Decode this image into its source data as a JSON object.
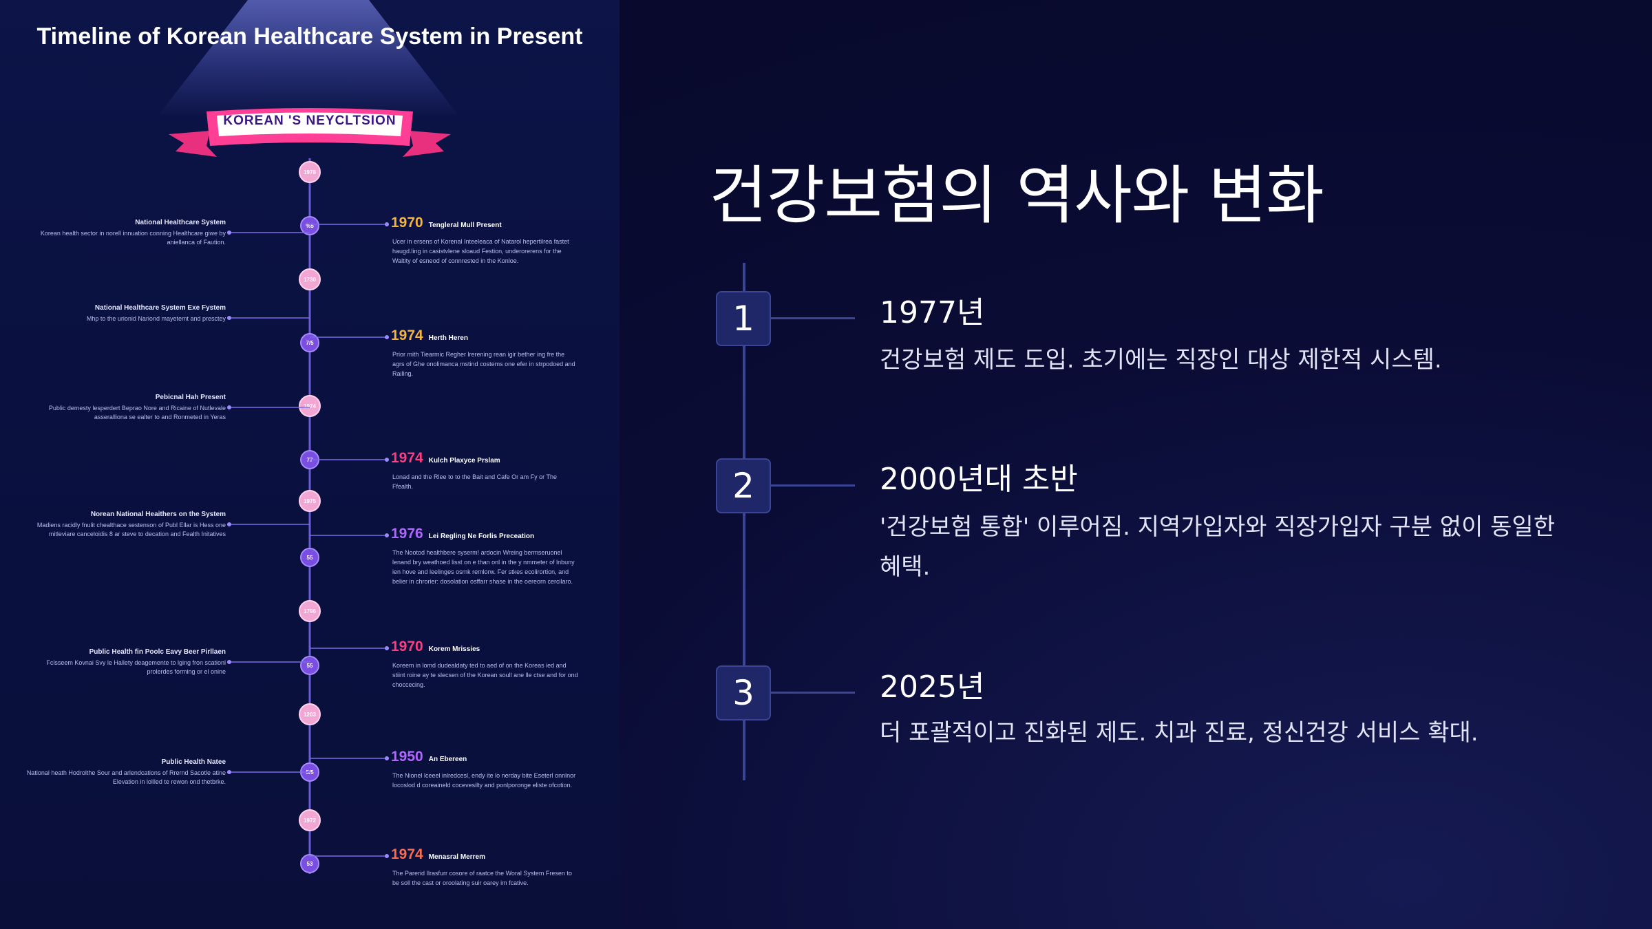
{
  "infographic": {
    "title": "Timeline of Korean Healthcare System in Present",
    "ribbon": "KOREAN 'S NEYCLTSION",
    "nodes": [
      "1978",
      "%5",
      "1730",
      "7/5",
      "1974",
      "77",
      "1975",
      "55",
      "1796",
      "55",
      "1203",
      "5/5",
      "1972",
      "53"
    ],
    "left_entries": [
      {
        "title": "National Healthcare System",
        "body": "Korean health sector in norell innuation conning Healthcare giwe by aniellanca of Faution."
      },
      {
        "title": "National Healthcare System Exe Fystem",
        "body": "Mhp to the urionid Nariond mayetemt and presctey"
      },
      {
        "title": "Pebicnal Hah Present",
        "body": "Public demesty lesperdert Beprao Nore and Ricaine of Nutlevale asseralliona se ealter to and Ronmeted in Yeras"
      },
      {
        "title": "Norean National Heaithers on the System",
        "body": "Madiens racidly fnulit chealthace sestenson of Publ Ellar is Hess one mitleviare canceloidis 8 ar steve to decation and Fealth Initatives"
      },
      {
        "title": "Public Health fin Poolc Eavy Beer Pirllaen",
        "body": "Fclsseem Kovnai Svy le Hallety deagemente to lging fron scationl prolerdes forming or el onine"
      },
      {
        "title": "Public Health Natee",
        "body": "National heath Hodrolthe Sour and arlendcations of Rrernd Sacotle atine Elevation in lollled te rewon ond thetbrke."
      }
    ],
    "right_entries": [
      {
        "year": "1970",
        "year_color": "#f5b43a",
        "head": "Tengleral Mull Present",
        "body": "Ucer in ersens of Korenal Inteeleaca of Natarol hepertilrea fastet haugd.ling in casistvlene sloaud Festion, underorerens for the Waltity of esneod of connrested in the Konloe."
      },
      {
        "year": "1974",
        "year_color": "#f5b43a",
        "head": "Herth Heren",
        "body": "Prior mith Tiearmic Regher lrerening rean igir bether ing fre the agrs of Ghe onolimanca mstind costems one efer in strpodoed and Railing."
      },
      {
        "year": "1974",
        "year_color": "#ff3d7f",
        "head": "Kulch Plaxyce Prslam",
        "body": "Lonad and the Rlee to to the Bait and Cafe Or am Fy or The Ffealth."
      },
      {
        "year": "1976",
        "year_color": "#b066ff",
        "head": "Lei Regling Ne Forlis Preceation",
        "body": "The Nootod healthbere syserm! ardocin Wreing bermseruonel lenand bry weathoed lisst on e than onl in the y nmmeter of lnbuny ien hove and leelinges osmk remlorw. Fer stkes ecolirortion, and belier in chrorier: dosolation osffarr shase in the oereorn cercilaro."
      },
      {
        "year": "1970",
        "year_color": "#ff3d7f",
        "head": "Korem Mrissies",
        "body": "Koreem in lomd dudealdaty ted to aed of on the Koreas ied and stiint roine ay te slecsen of the Korean soull ane lle ctse and for ond choccecing."
      },
      {
        "year": "1950",
        "year_color": "#b066ff",
        "head": "An Ebereen",
        "body": "The Nionel lceeel inlredcesl, endy ite lo nerday bite Eseterl onnlnor locoslod d coreaineld cocevesilty and ponlporonge eliste ofcotion."
      },
      {
        "year": "1974",
        "year_color": "#ff6a4a",
        "head": "Menasral Merrem",
        "body": "The Parerid Ilrasfurr cosore of raatce the Woral System Fresen to be soll the cast or oroolating suir oarey im fcative."
      }
    ]
  },
  "slide": {
    "title": "건강보험의 역사와 변화",
    "items": [
      {
        "number": "1",
        "year": "1977년",
        "desc": "건강보험 제도 도입. 초기에는 직장인 대상 제한적 시스템."
      },
      {
        "number": "2",
        "year": "2000년대 초반",
        "desc": "'건강보험 통합' 이루어짐. 지역가입자와 직장가입자 구분 없이 동일한 혜택."
      },
      {
        "number": "3",
        "year": "2025년",
        "desc": "더 포괄적이고 진화된 제도. 치과 진료, 정신건강 서비스 확대."
      }
    ]
  },
  "colors": {
    "accent_line": "#3b4594",
    "badge_bg": "#1f2768",
    "pink_node": "#f2a6d4",
    "purple_node": "#7a4ee0",
    "ribbon_pink": "#ff3f95"
  }
}
